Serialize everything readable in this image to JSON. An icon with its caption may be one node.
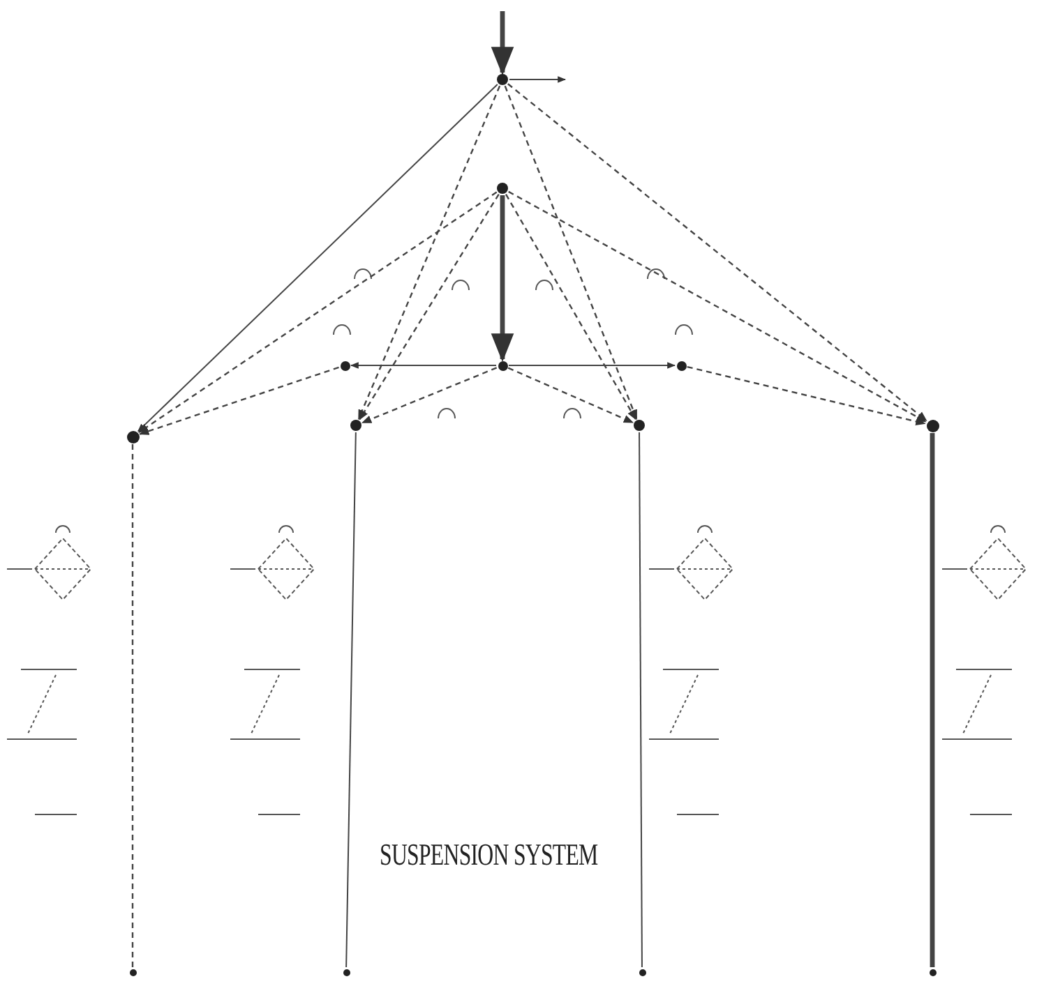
{
  "diagram": {
    "nodes": [
      {
        "text": [],
        "shape": "circle"
      },
      {
        "text": [],
        "shape": "circle"
      },
      {
        "text": [],
        "shape": "circle"
      },
      {
        "text": [],
        "shape": "circle"
      },
      {
        "text": [],
        "shape": "circle"
      },
      {
        "text": [],
        "shape": "circle"
      },
      {
        "text": [],
        "shape": "circle"
      },
      {
        "text": [],
        "shape": "circle"
      },
      {
        "text": [],
        "shape": "circle"
      },
      {
        "text": [],
        "shape": "circle"
      },
      {
        "text": [],
        "shape": "circle"
      },
      {
        "text": [],
        "shape": "circle"
      },
      {
        "text": [],
        "shape": "circle"
      }
    ],
    "edges": [
      {
        "from": null,
        "to": 0,
        "arrow": "to",
        "style": "thick"
      },
      {
        "from": 0,
        "to": null,
        "arrow": "to"
      },
      {
        "from": 0,
        "to": 3,
        "arrow": "to"
      },
      {
        "from": 0,
        "to": 8,
        "arrow": "to",
        "style": "dashed"
      },
      {
        "from": 0,
        "to": 6,
        "arrow": "to",
        "style": "dashed"
      },
      {
        "from": 0,
        "to": 7,
        "arrow": "to",
        "style": "dashed"
      },
      {
        "from": 1,
        "to": 3,
        "arrow": "to",
        "style": "dashed"
      },
      {
        "from": 1,
        "to": 8,
        "arrow": "to",
        "style": "dashed"
      },
      {
        "from": 1,
        "to": 6,
        "arrow": "to",
        "style": "dashed"
      },
      {
        "from": 1,
        "to": 7,
        "arrow": "to",
        "style": "dashed"
      },
      {
        "from": 1,
        "to": 2,
        "arrow": "to",
        "style": "thick"
      },
      {
        "from": 2,
        "to": 4,
        "arrow": "to"
      },
      {
        "from": 2,
        "to": 5,
        "arrow": "to"
      },
      {
        "from": 4,
        "to": 3,
        "arrow": "to",
        "style": "dashed"
      },
      {
        "from": 5,
        "to": 8,
        "arrow": "to",
        "style": "dashed"
      },
      {
        "from": 2,
        "to": 6,
        "arrow": "to",
        "style": "dashed"
      },
      {
        "from": 2,
        "to": 7,
        "arrow": "to",
        "style": "dashed"
      },
      {
        "from": 3,
        "to": 9,
        "arrow": "none",
        "style": "dashed"
      },
      {
        "from": 6,
        "to": 10,
        "arrow": "none"
      },
      {
        "from": 7,
        "to": 11,
        "arrow": "none"
      },
      {
        "from": 8,
        "to": 12,
        "arrow": "none",
        "style": "thick"
      }
    ],
    "labels": [
      "SUSPENSION SYSTEM"
    ]
  }
}
